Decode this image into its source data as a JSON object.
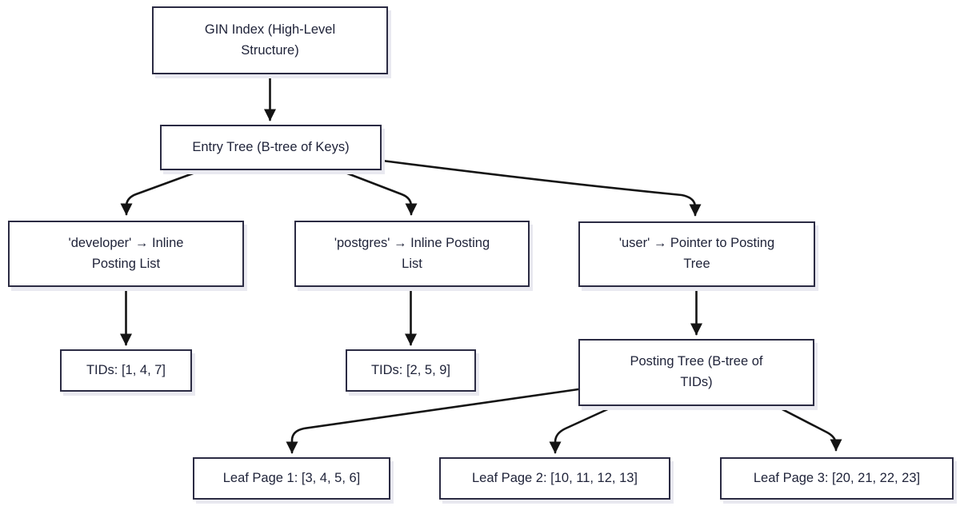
{
  "diagram": {
    "type": "flowchart",
    "topic": "GIN Index (High-Level Structure)",
    "colors": {
      "background": "#ffffff",
      "node_fill": "#ffffff",
      "node_border": "#2b2b43",
      "node_shadow": "#e9e9f0",
      "text": "#20243a",
      "arrow": "#141414"
    },
    "nodes": [
      {
        "id": "gin-index",
        "label": "GIN Index (High-Level Structure)"
      },
      {
        "id": "entry-tree",
        "label": "Entry Tree (B-tree of Keys)"
      },
      {
        "id": "developer-key",
        "label": "'developer' → Inline Posting List"
      },
      {
        "id": "postgres-key",
        "label": "'postgres' → Inline Posting List"
      },
      {
        "id": "user-key",
        "label": "'user' → Pointer to Posting Tree"
      },
      {
        "id": "tids-developer",
        "label": "TIDs: [1, 4, 7]"
      },
      {
        "id": "tids-postgres",
        "label": "TIDs: [2, 5, 9]"
      },
      {
        "id": "posting-tree",
        "label": "Posting Tree (B-tree of TIDs)"
      },
      {
        "id": "leaf-page-1",
        "label": "Leaf Page 1: [3, 4, 5, 6]"
      },
      {
        "id": "leaf-page-2",
        "label": "Leaf Page 2: [10, 11, 12, 13]"
      },
      {
        "id": "leaf-page-3",
        "label": "Leaf Page 3: [20, 21, 22, 23]"
      }
    ],
    "edges": [
      {
        "from": "gin-index",
        "to": "entry-tree"
      },
      {
        "from": "entry-tree",
        "to": "developer-key"
      },
      {
        "from": "entry-tree",
        "to": "postgres-key"
      },
      {
        "from": "entry-tree",
        "to": "user-key"
      },
      {
        "from": "developer-key",
        "to": "tids-developer"
      },
      {
        "from": "postgres-key",
        "to": "tids-postgres"
      },
      {
        "from": "user-key",
        "to": "posting-tree"
      },
      {
        "from": "posting-tree",
        "to": "leaf-page-1"
      },
      {
        "from": "posting-tree",
        "to": "leaf-page-2"
      },
      {
        "from": "posting-tree",
        "to": "leaf-page-3"
      }
    ]
  }
}
